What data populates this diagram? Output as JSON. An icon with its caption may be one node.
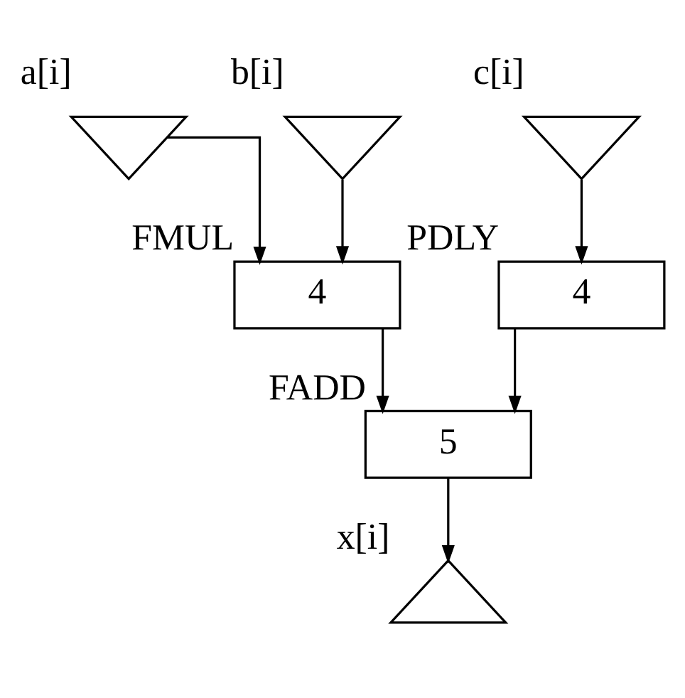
{
  "diagram": {
    "nodes": [
      {
        "text": [
          "a[i]"
        ]
      },
      {
        "text": [
          "b[i]"
        ]
      },
      {
        "text": [
          "c[i]"
        ]
      },
      {
        "text": [
          "4"
        ],
        "beside": [
          "FMUL"
        ]
      },
      {
        "text": [
          "4"
        ],
        "beside": [
          "PDLY"
        ]
      },
      {
        "text": [
          "5"
        ],
        "beside": [
          "FADD"
        ]
      },
      {
        "text": [
          "x[i]"
        ]
      }
    ],
    "edges": [
      {
        "from": 0,
        "to": 3,
        "arrow": "to"
      },
      {
        "from": 1,
        "to": 3,
        "arrow": "to"
      },
      {
        "from": 2,
        "to": 4,
        "arrow": "to"
      },
      {
        "from": 3,
        "to": 5,
        "arrow": "to"
      },
      {
        "from": 4,
        "to": 5,
        "arrow": "to"
      },
      {
        "from": 5,
        "to": 6,
        "arrow": "to"
      }
    ]
  }
}
